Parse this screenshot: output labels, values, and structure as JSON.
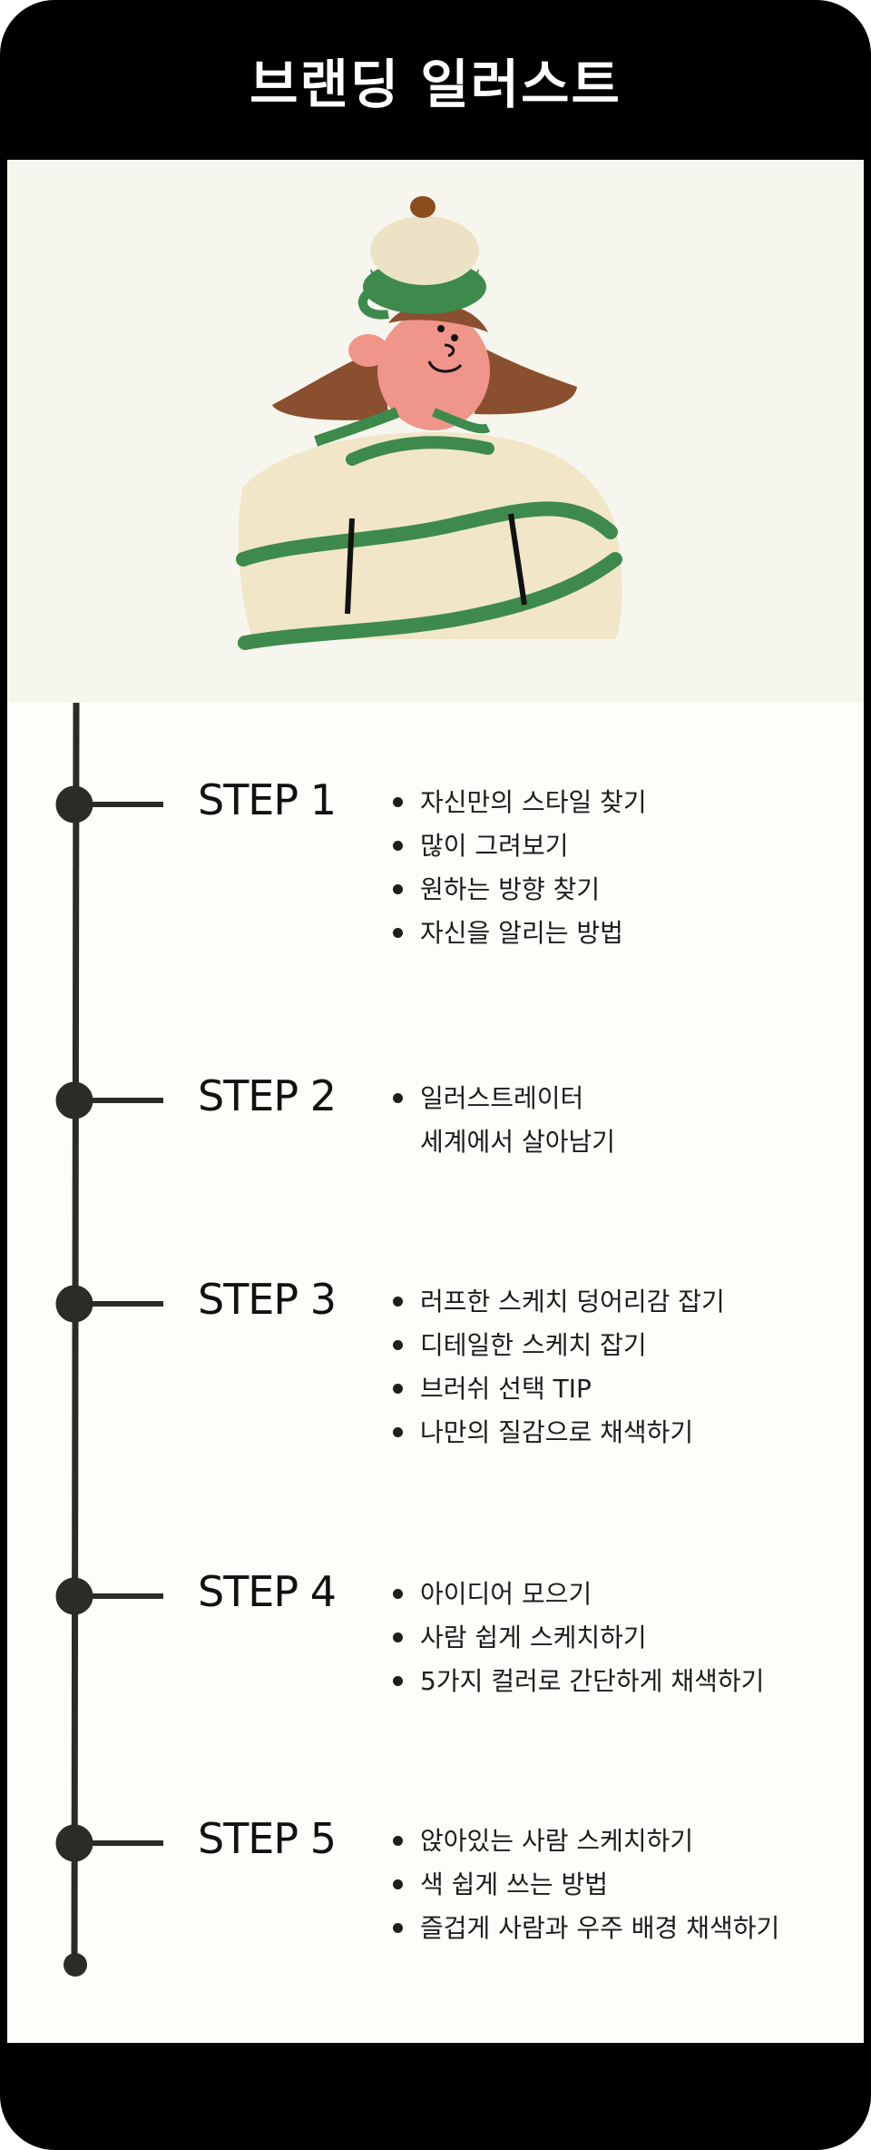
{
  "header": {
    "title": "브랜딩 일러스트"
  },
  "illustration": {
    "name": "girl-in-cream-dress",
    "colors": {
      "dress": "#f1e6c7",
      "trim": "#3e8a4c",
      "hair": "#8a4f2e",
      "face": "#f0958a",
      "acorn": "#8b4d1e"
    }
  },
  "steps": [
    {
      "label": "STEP 1",
      "items": [
        {
          "text": "자신만의 스타일 찾기",
          "bullet": true
        },
        {
          "text": "많이 그려보기",
          "bullet": true
        },
        {
          "text": "원하는 방향 찾기",
          "bullet": true
        },
        {
          "text": "자신을 알리는 방법",
          "bullet": true
        }
      ]
    },
    {
      "label": "STEP 2",
      "items": [
        {
          "text": "일러스트레이터",
          "bullet": true
        },
        {
          "text": "세계에서 살아남기",
          "bullet": false
        }
      ]
    },
    {
      "label": "STEP 3",
      "items": [
        {
          "text": "러프한 스케치 덩어리감 잡기",
          "bullet": true
        },
        {
          "text": "디테일한 스케치 잡기",
          "bullet": true
        },
        {
          "text": "브러쉬 선택 TIP",
          "bullet": true
        },
        {
          "text": "나만의 질감으로 채색하기",
          "bullet": true
        }
      ]
    },
    {
      "label": "STEP 4",
      "items": [
        {
          "text": "아이디어 모으기",
          "bullet": true
        },
        {
          "text": "사람 쉽게 스케치하기",
          "bullet": true
        },
        {
          "text": "5가지 컬러로 간단하게 채색하기",
          "bullet": true
        }
      ]
    },
    {
      "label": "STEP 5",
      "items": [
        {
          "text": "앉아있는 사람 스케치하기",
          "bullet": true
        },
        {
          "text": "색 쉽게 쓰는 방법",
          "bullet": true
        },
        {
          "text": "즐겁게 사람과 우주 배경 채색하기",
          "bullet": true
        }
      ]
    }
  ],
  "colors": {
    "frame": "#000000",
    "content_bg": "#fdfdfa",
    "timeline": "#2b2b28",
    "text": "#1c1c1c"
  }
}
